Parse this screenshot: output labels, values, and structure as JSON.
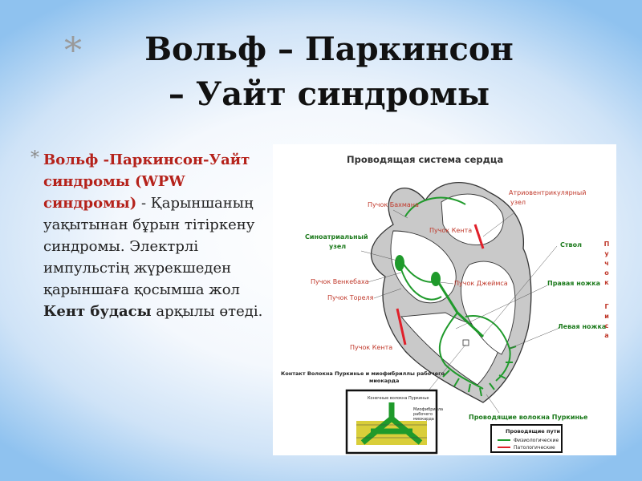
{
  "title": {
    "line1": "Вольф – Паркинсон",
    "line2": "– Уайт синдромы"
  },
  "body": {
    "red_text": "Вольф -Паркинсон-Уайт синдромы (WPW синдромы)",
    "text_1": " - Қарыншаның уақытынан бұрын тітіркену синдромы. Электрлі импульстің жүрекшеден қарыншаға қосымша жол ",
    "bold_text": "Кент будасы",
    "text_2": " арқылы өтеді."
  },
  "figure": {
    "title": "Проводящая система сердца",
    "labels": {
      "bachmann": "Пучок Бахмана",
      "av_node_1": "Атриовентрикулярный",
      "av_node_2": "узел",
      "sa_node_1": "Синоатриальный",
      "sa_node_2": "узел",
      "kent_upper": "Пучок Кента",
      "trunk": "Ствол",
      "wenckebach": "Пучок Венкебаха",
      "james": "Пучок Джеймса",
      "right_leg": "Правая ножка",
      "thorel": "Пучок Тореля",
      "left_leg": "Левая ножка",
      "kent_lower": "Пучок Кента",
      "purkinje_fibers": "Проводящие волокна Пуркинье",
      "contact_1": "Контакт Волокна Пуркинье и миофибриллы рабочего",
      "contact_2": "миокарда",
      "terminal": "Конечные волокна Пуркинье",
      "myofibril_1": "Миофибрилла",
      "myofibril_2": "рабочего",
      "myofibril_3": "миокарда"
    },
    "his_bundle_vertical": [
      "П",
      "у",
      "ч",
      "о",
      "к",
      "",
      "Г",
      "и",
      "с",
      "а"
    ],
    "legend": {
      "title": "Проводящие пути",
      "physiological": "Физиологические",
      "pathological": "Патологические"
    },
    "colors": {
      "pathway_green": "#1f9a2b",
      "pathway_red": "#e0202a",
      "heart_gray": "#bdbdbd"
    }
  }
}
